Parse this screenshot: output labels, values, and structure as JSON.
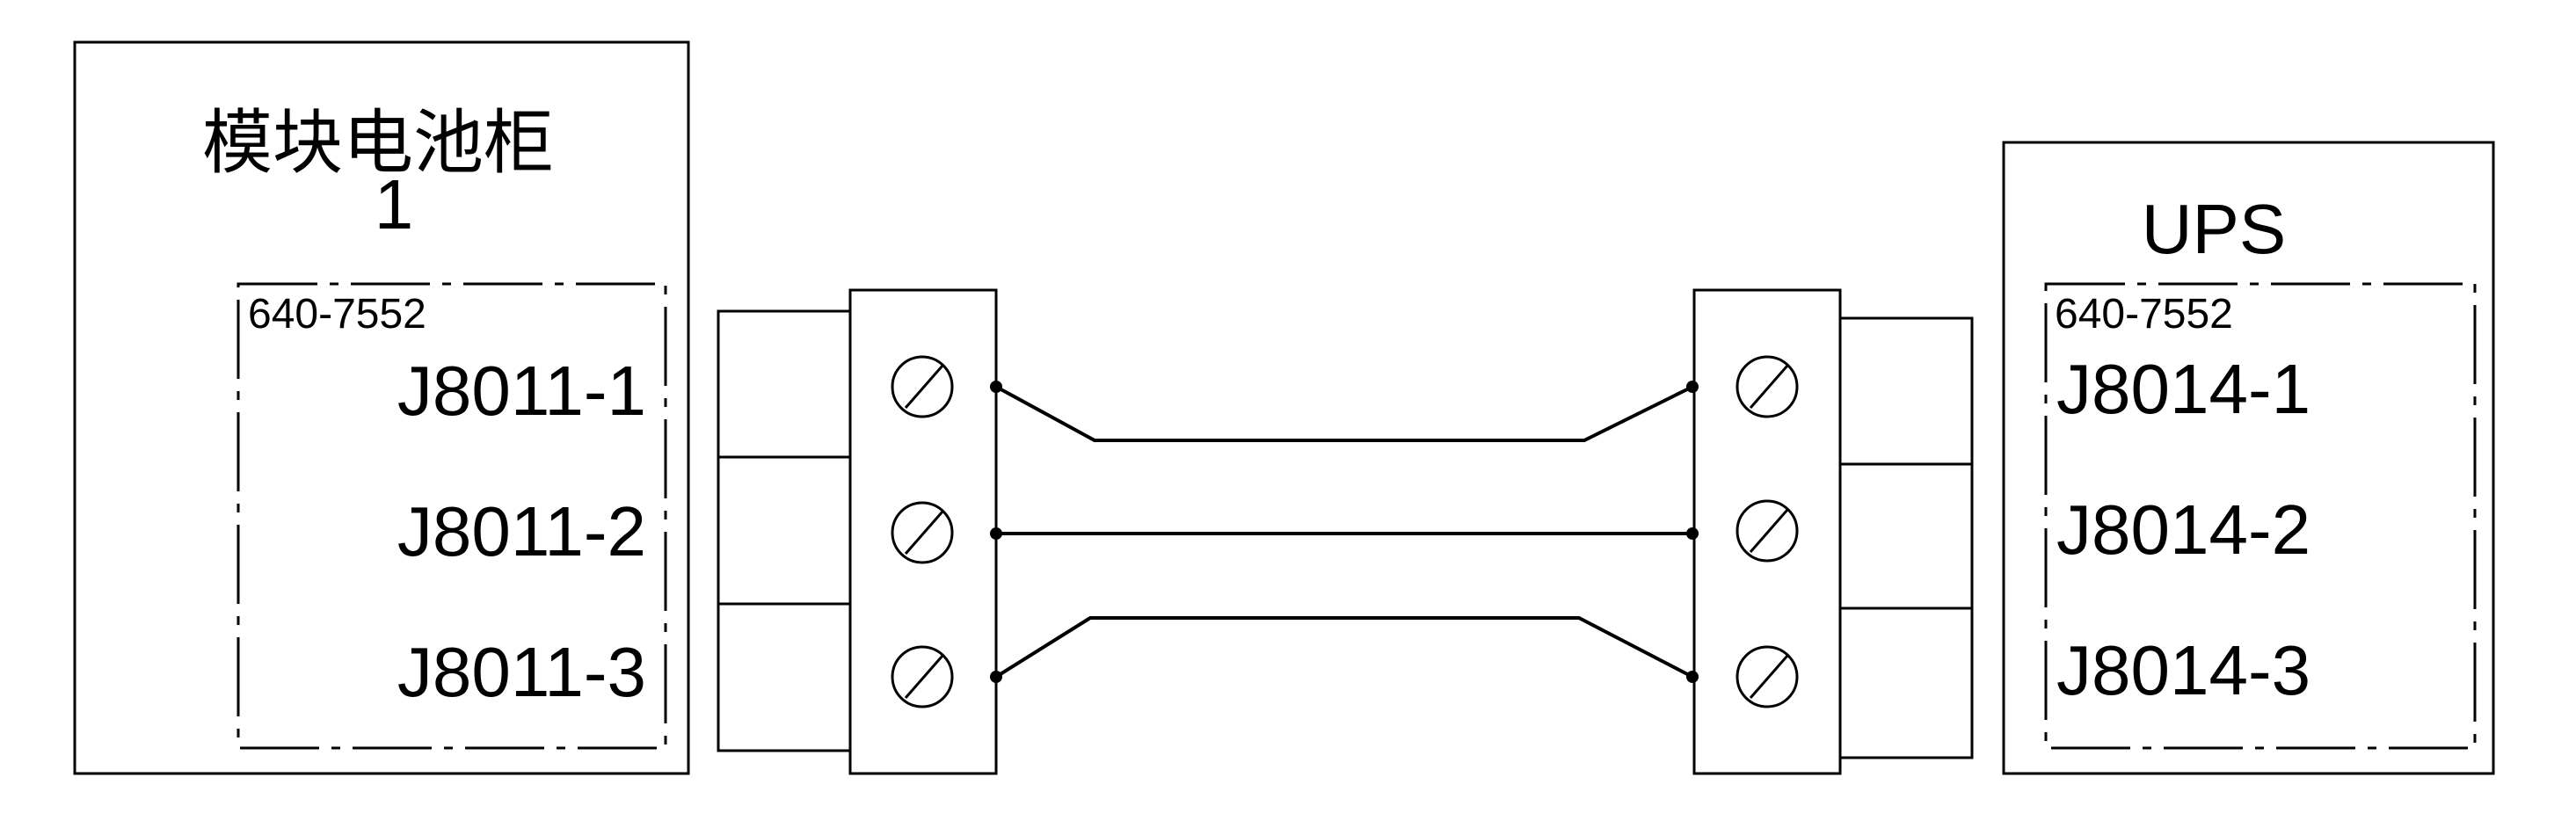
{
  "left_cabinet": {
    "title": "模块电池柜",
    "number": "1",
    "board_part": "640-7552",
    "terminals": [
      "J8011-1",
      "J8011-2",
      "J8011-3"
    ]
  },
  "right_cabinet": {
    "title": "UPS",
    "board_part": "640-7552",
    "terminals": [
      "J8014-1",
      "J8014-2",
      "J8014-3"
    ]
  }
}
